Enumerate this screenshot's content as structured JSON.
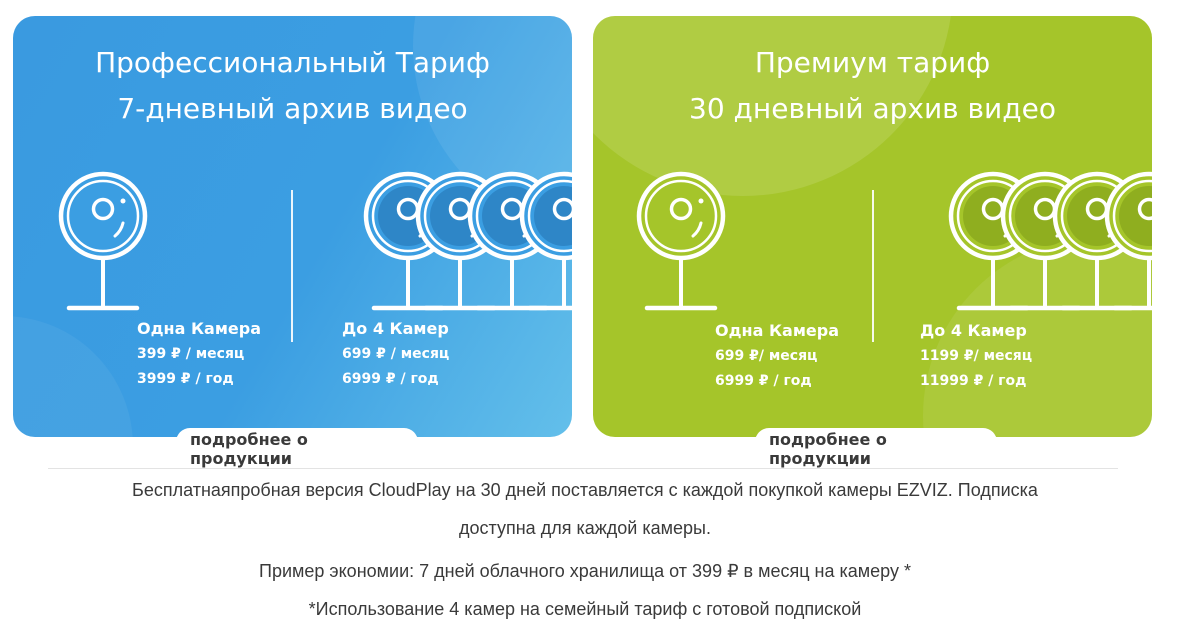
{
  "colors": {
    "pro_bg": "#3b9ee2",
    "premium_bg": "#a5c52a",
    "text_dark": "#3a3a3a",
    "white": "#ffffff"
  },
  "plans": [
    {
      "title_line1": "Профессиональный Тариф",
      "title_line2": "7-дневный архив видео",
      "single": {
        "head": "Одна Камера",
        "monthly": "399 ₽ / месяц",
        "yearly": "3999 ₽ / год"
      },
      "multi": {
        "head": "До 4 Камер",
        "monthly": "699 ₽ / месяц",
        "yearly": "6999 ₽ / год"
      },
      "more_label": "подробнее о продукции",
      "icon": "camera-icon"
    },
    {
      "title_line1": "Премиум тариф",
      "title_line2": "30 дневный архив видео",
      "single": {
        "head": "Одна Камера",
        "monthly": "699 ₽/ месяц",
        "yearly": "6999 ₽ / год"
      },
      "multi": {
        "head": "До 4 Камер",
        "monthly": "1199 ₽/ месяц",
        "yearly": "11999 ₽ / год"
      },
      "more_label": "подробнее о продукции",
      "icon": "camera-icon"
    }
  ],
  "notes": {
    "line1": "Бесплатнаяпробная версия CloudPlay на 30 дней поставляется с каждой покупкой камеры EZVIZ. Подписка",
    "line2": "доступна для каждой камеры.",
    "line3": "Пример экономии: 7 дней облачного хранилища от 399 ₽ в месяц на камеру *",
    "line4": "*Использование 4 камер на семейный тариф с готовой подпиской"
  }
}
